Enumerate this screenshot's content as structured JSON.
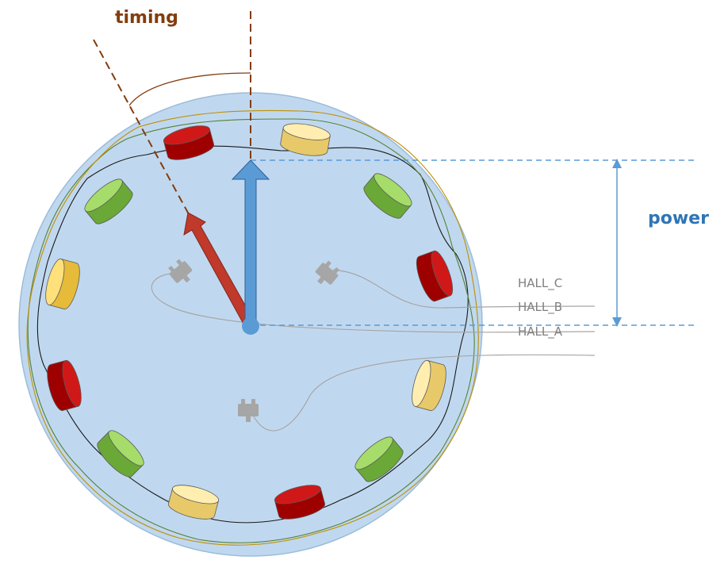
{
  "labels": {
    "timing": "timing",
    "power": "power",
    "hall_c": "HALL_C",
    "hall_b": "HALL_B",
    "hall_a": "HALL_A"
  },
  "colors": {
    "disc_fill": "#c0d8ef",
    "disc_edge": "#9bbcd9",
    "red_magnet": "#c00000",
    "yellow_magnet": "#ffe699",
    "yellow_magnet_strong": "#ffd966",
    "green_magnet": "#92d050",
    "timing_color": "#843c0c",
    "power_color": "#2e75b6",
    "red_arrow": "#c0392b",
    "blue_arrow": "#5b9bd5",
    "hall_sensor": "#a6a6a6",
    "hall_label": "#7f7f7f"
  },
  "magnets": [
    {
      "color": "red_magnet"
    },
    {
      "color": "yellow_magnet"
    },
    {
      "color": "green_magnet"
    },
    {
      "color": "red_magnet"
    },
    {
      "color": "yellow_magnet"
    },
    {
      "color": "green_magnet"
    },
    {
      "color": "red_magnet"
    },
    {
      "color": "yellow_magnet"
    },
    {
      "color": "green_magnet"
    },
    {
      "color": "red_magnet"
    },
    {
      "color": "yellow_magnet_strong"
    },
    {
      "color": "green_magnet"
    }
  ],
  "hall_sensors": [
    "hall-sensor-c",
    "hall-sensor-b",
    "hall-sensor-a"
  ]
}
